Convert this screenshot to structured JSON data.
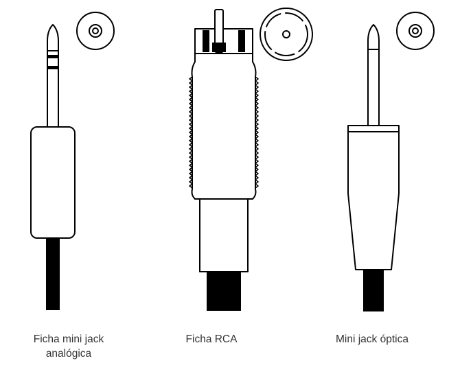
{
  "colors": {
    "stroke": "#000000",
    "fill": "#ffffff",
    "text": "#333333"
  },
  "connectors": [
    {
      "id": "mini-jack-analog",
      "caption_line1": "Ficha mini jack",
      "caption_line2": "analógica",
      "icon": "mini-jack-plug-icon"
    },
    {
      "id": "rca",
      "caption_line1": "Ficha RCA",
      "icon": "rca-plug-icon"
    },
    {
      "id": "mini-jack-optical",
      "caption_line1": "Mini jack óptica",
      "icon": "optical-mini-jack-plug-icon"
    }
  ]
}
